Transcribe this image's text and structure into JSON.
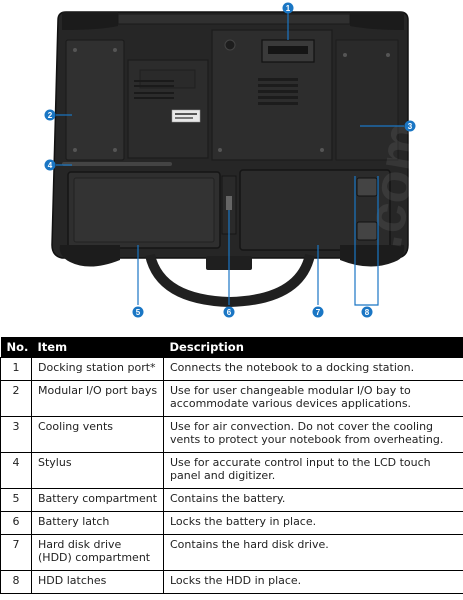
{
  "figure": {
    "callouts": [
      "1",
      "2",
      "3",
      "4",
      "5",
      "6",
      "7",
      "8"
    ]
  },
  "table": {
    "headers": {
      "no": "No.",
      "item": "Item",
      "description": "Description"
    },
    "rows": [
      {
        "no": "1",
        "item": "Docking station port*",
        "description": "Connects the notebook to a docking station."
      },
      {
        "no": "2",
        "item": "Modular I/O port bays",
        "description": "Use for user changeable modular I/O bay to accommodate various devices applications."
      },
      {
        "no": "3",
        "item": "Cooling vents",
        "description": "Use for air convection. Do not cover the cooling vents to protect your notebook from overheating."
      },
      {
        "no": "4",
        "item": "Stylus",
        "description": "Use for accurate control input to the LCD touch panel and digitizer."
      },
      {
        "no": "5",
        "item": "Battery compartment",
        "description": "Contains the battery."
      },
      {
        "no": "6",
        "item": "Battery latch",
        "description": "Locks the battery in place."
      },
      {
        "no": "7",
        "item": "Hard disk drive (HDD) compartment",
        "description": "Contains the hard disk drive."
      },
      {
        "no": "8",
        "item": "HDD latches",
        "description": "Locks the HDD in place."
      }
    ]
  },
  "colors": {
    "callout": "#1a76c4",
    "header_bg": "#000000",
    "body": "#2b2b2b"
  }
}
